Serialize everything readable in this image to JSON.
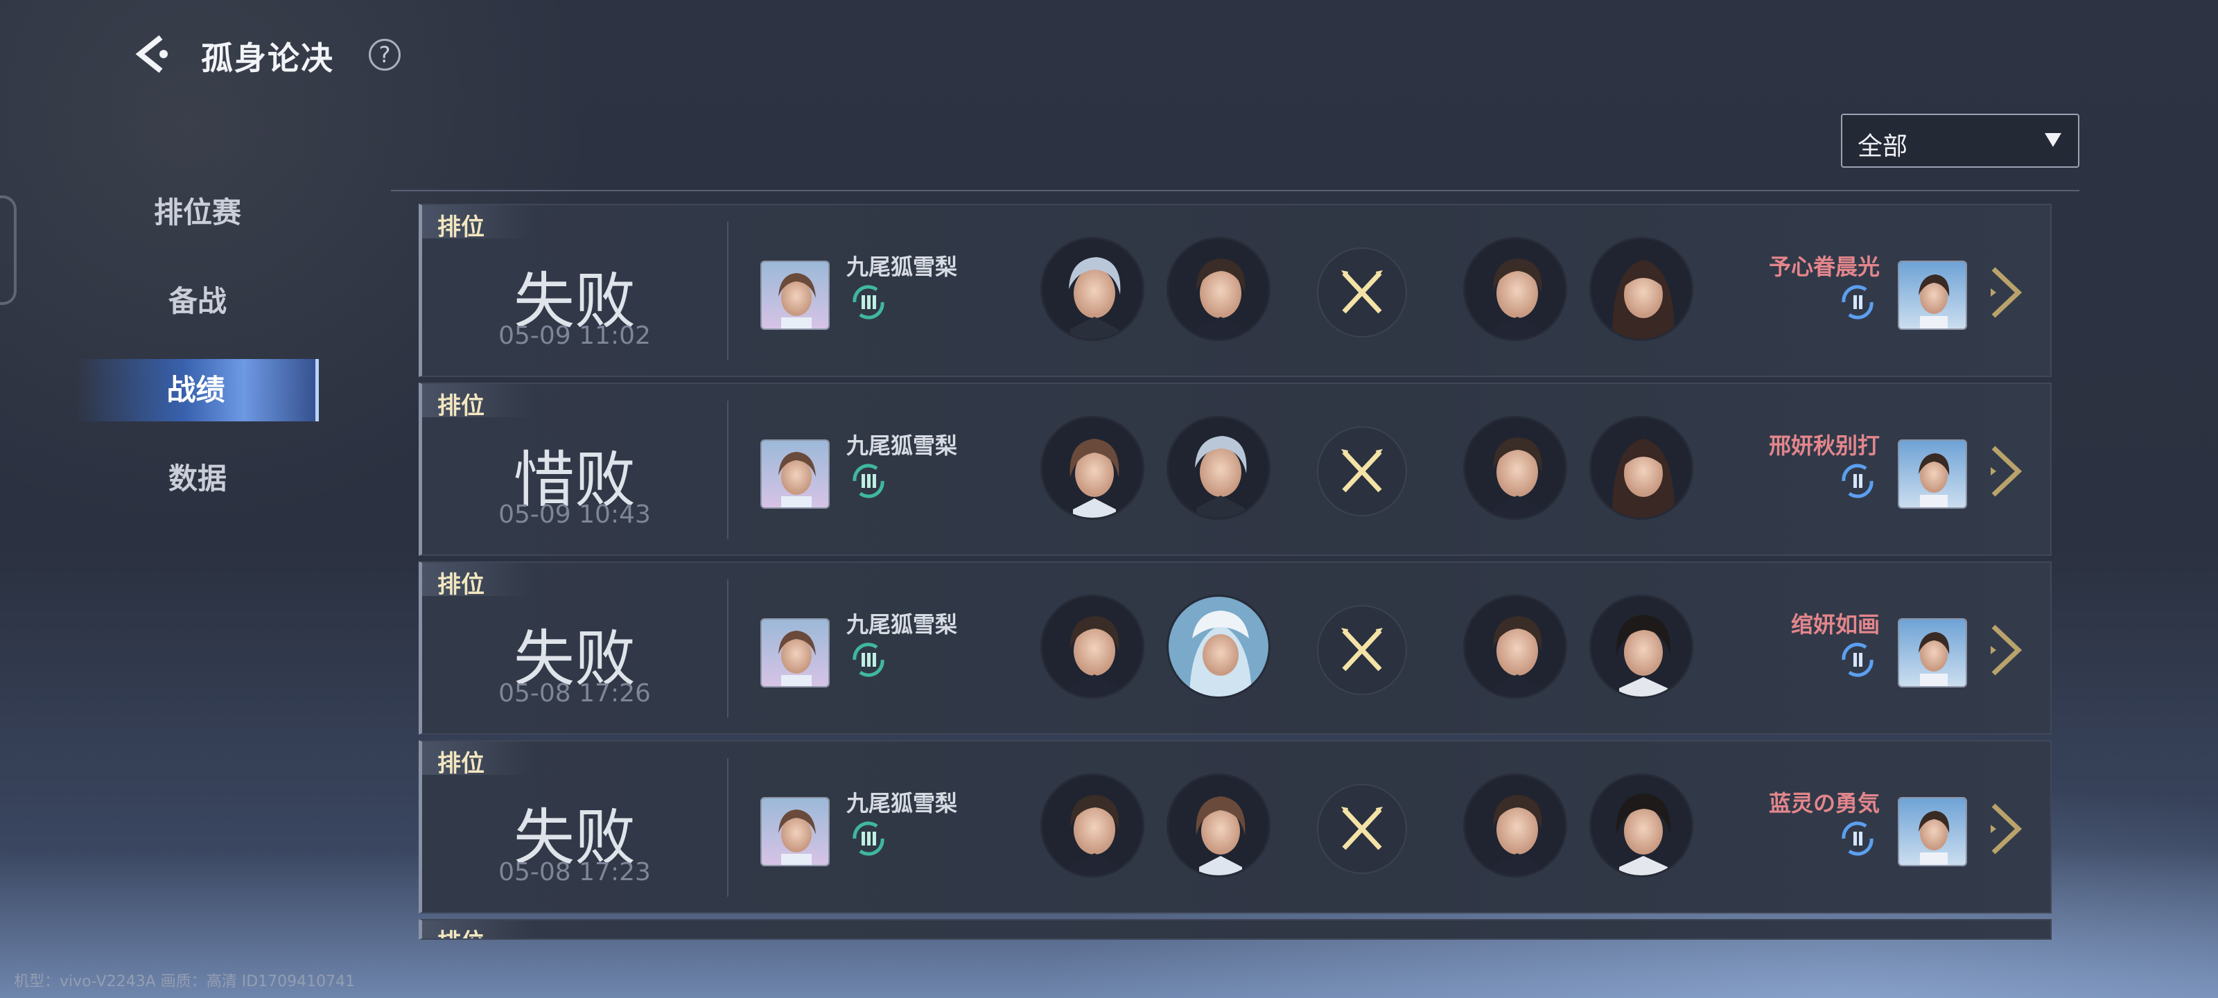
{
  "header": {
    "title": "孤身论决",
    "help": "?"
  },
  "filter": {
    "selected": "全部"
  },
  "sidebar": {
    "items": [
      {
        "label": "排位赛",
        "active": false
      },
      {
        "label": "备战",
        "active": false
      },
      {
        "label": "战绩",
        "active": true
      },
      {
        "label": "数据",
        "active": false
      }
    ]
  },
  "matches": [
    {
      "tag": "排位",
      "result": "失败",
      "date": "05-09 11:02",
      "player": "九尾狐雪梨",
      "opponent": "予心眷晨光"
    },
    {
      "tag": "排位",
      "result": "惜败",
      "date": "05-09 10:43",
      "player": "九尾狐雪梨",
      "opponent": "邢妍秋别打"
    },
    {
      "tag": "排位",
      "result": "失败",
      "date": "05-08 17:26",
      "player": "九尾狐雪梨",
      "opponent": "绾妍如画"
    },
    {
      "tag": "排位",
      "result": "失败",
      "date": "05-08 17:23",
      "player": "九尾狐雪梨",
      "opponent": "蓝灵の勇気"
    },
    {
      "tag": "排位"
    }
  ],
  "footer": "机型：vivo-V2243A 画质：高清 ID1709410741",
  "colors": {
    "accent": "#5b8ee6",
    "opponent_name": "#e3868c",
    "tag_text": "#f3e7c0",
    "rank_teal": "#3fb8a0",
    "rank_blue": "#5c9ff0"
  },
  "icons": [
    "back-arrow-icon",
    "help-icon",
    "dropdown-arrow-icon",
    "crossed-swords-icon",
    "rank-badge-icon",
    "chevron-right-icon"
  ]
}
